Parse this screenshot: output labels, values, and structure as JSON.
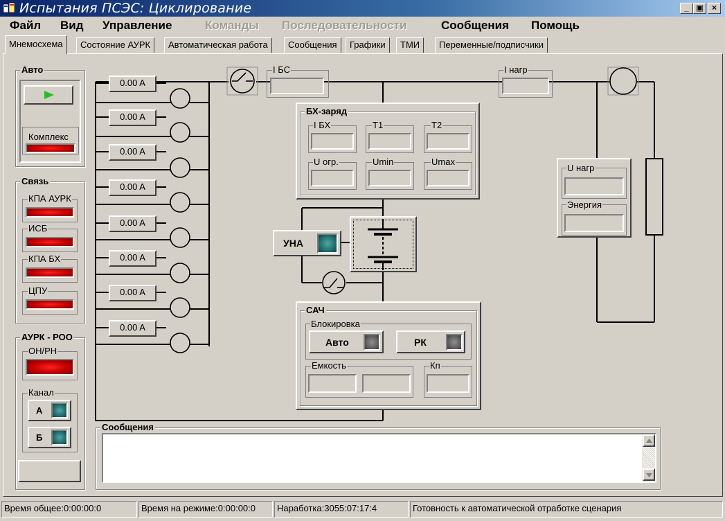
{
  "window": {
    "title": "Испытания ПСЭС: Циклирование",
    "controls": {
      "minimize": "_",
      "maximize": "▣",
      "close": "×"
    }
  },
  "menu": [
    {
      "label": "Файл",
      "enabled": true
    },
    {
      "label": "Вид",
      "enabled": true
    },
    {
      "label": "Управление",
      "enabled": true
    },
    {
      "label": "Команды",
      "enabled": false
    },
    {
      "label": "Последовательности",
      "enabled": false
    },
    {
      "label": "Сообщения",
      "enabled": true
    },
    {
      "label": "Помощь",
      "enabled": true
    }
  ],
  "tabs": [
    {
      "label": "Мнемосхема",
      "active": true
    },
    {
      "label": "Состояние АУРК",
      "active": false
    },
    {
      "label": "Автоматическая работа",
      "active": false
    },
    {
      "label": "Сообщения",
      "active": false
    },
    {
      "label": "Графики",
      "active": false
    },
    {
      "label": "ТМИ",
      "active": false
    },
    {
      "label": "Переменные/подписчики",
      "active": false
    }
  ],
  "left": {
    "auto": {
      "title": "Авто",
      "complex_label": "Комплекс"
    },
    "link": {
      "title": "Связь",
      "items": [
        "КПА АУРК",
        "ИСБ",
        "КПА БХ",
        "ЦПУ"
      ]
    },
    "aurk": {
      "title": "АУРК - РОО",
      "onrn_label": "ОН/РН",
      "channel_label": "Канал",
      "channel_a": "А",
      "channel_b": "Б"
    }
  },
  "currents": [
    "0.00 A",
    "0.00 A",
    "0.00 A",
    "0.00 A",
    "0.00 A",
    "0.00 A",
    "0.00 A",
    "0.00 A"
  ],
  "scheme": {
    "i_bs_label": "I БС",
    "i_load_label": "I нагр",
    "bh": {
      "title": "БХ-заряд",
      "fields": [
        "I БХ",
        "T1",
        "T2",
        "U огр.",
        "Umin",
        "Umax"
      ]
    },
    "una_label": "УНА",
    "load": {
      "u_label": "U нагр",
      "energy_label": "Энергия"
    },
    "sach": {
      "title": "САЧ",
      "block_label": "Блокировка",
      "auto_label": "Авто",
      "rk_label": "РК",
      "capacity_label": "Емкость",
      "kp_label": "Кп"
    }
  },
  "messages": {
    "title": "Сообщения"
  },
  "status": {
    "total_time": "Время общее:0:00:00:0",
    "mode_time": "Время на режиме:0:00:00:0",
    "runtime": "Наработка:3055:07:17:4",
    "ready": "Готовность к автоматической отработке сценария"
  },
  "colors": {
    "title_bar": "#0a246a",
    "led_active": "#c00000",
    "led_channel": "#226e6e",
    "led_off": "#606060",
    "face": "#d4d0c8"
  }
}
